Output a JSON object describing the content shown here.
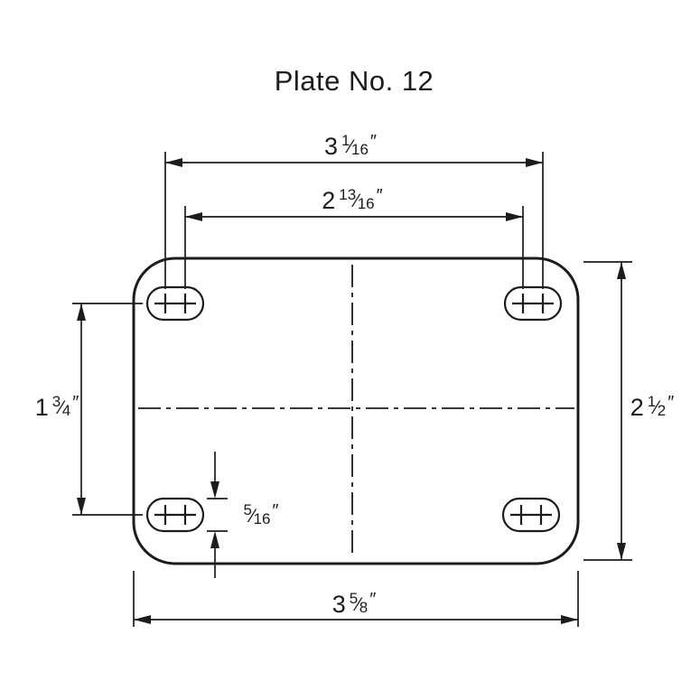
{
  "title": "Plate No. 12",
  "glyphs": {
    "frac_slash": "⁄"
  },
  "colors": {
    "background": "#ffffff",
    "line": "#1c1c1c"
  },
  "dimensions": {
    "top_outer": {
      "label": "top outer hole spacing",
      "whole": "3",
      "num": "1",
      "den": "16",
      "unit": "″"
    },
    "top_inner": {
      "label": "top inner hole spacing",
      "whole": "2",
      "num": "13",
      "den": "16",
      "unit": "″"
    },
    "right": {
      "label": "plate height",
      "whole": "2",
      "num": "1",
      "den": "2",
      "unit": "″"
    },
    "left": {
      "label": "vertical hole spacing",
      "whole": "1",
      "num": "3",
      "den": "4",
      "unit": "″"
    },
    "slot": {
      "label": "slot width",
      "whole": "",
      "num": "5",
      "den": "16",
      "unit": "″"
    },
    "bottom": {
      "label": "plate width",
      "whole": "3",
      "num": "5",
      "den": "8",
      "unit": "″"
    }
  }
}
